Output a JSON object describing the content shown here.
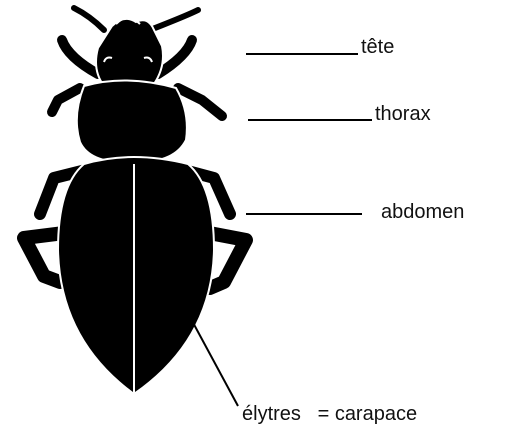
{
  "labels": {
    "head": "tête",
    "thorax": "thorax",
    "abdomen": "abdomen",
    "elytra": "élytres   = carapace"
  },
  "colors": {
    "insect": "#000000",
    "outline": "#ffffff",
    "leader_line": "#000000",
    "background": "#ffffff"
  }
}
